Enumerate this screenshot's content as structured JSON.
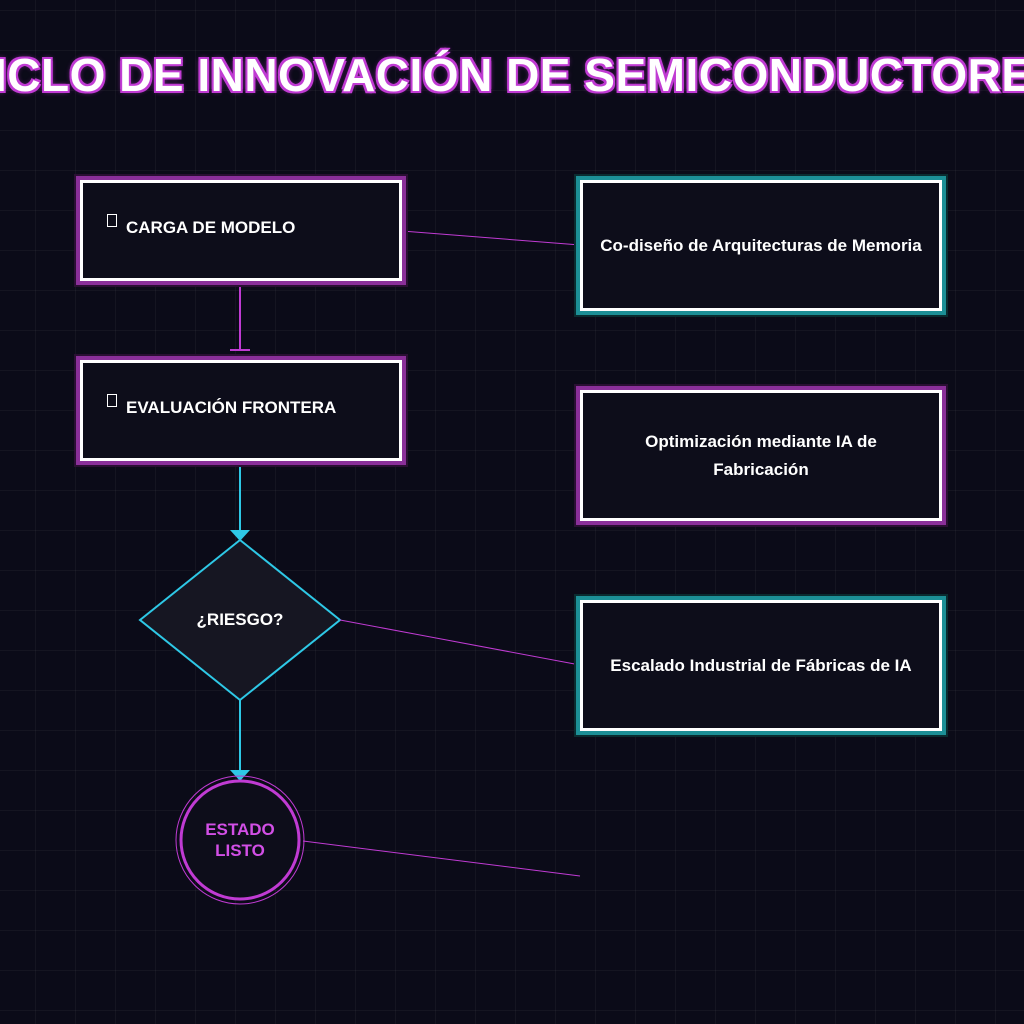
{
  "title": "CICLO DE INNOVACIÓN DE SEMICONDUCTORES",
  "colors": {
    "background": "#0b0b18",
    "accent_purple": "#c03bd3",
    "accent_cyan": "#2ec8e6",
    "accent_teal": "#1c8f96"
  },
  "flow": {
    "step1": {
      "icon": "square-icon",
      "label": "CARGA DE MODELO"
    },
    "step2": {
      "icon": "square-icon",
      "label": "EVALUACIÓN FRONTERA"
    },
    "decision": {
      "label": "¿RIESGO?"
    },
    "terminal": {
      "line1": "ESTADO",
      "line2": "LISTO"
    }
  },
  "info_cards": [
    {
      "text": "Co-diseño de Arquitecturas de Memoria"
    },
    {
      "text": "Optimización mediante IA de Fabricación"
    },
    {
      "text": "Escalado Industrial de Fábricas de IA"
    }
  ]
}
